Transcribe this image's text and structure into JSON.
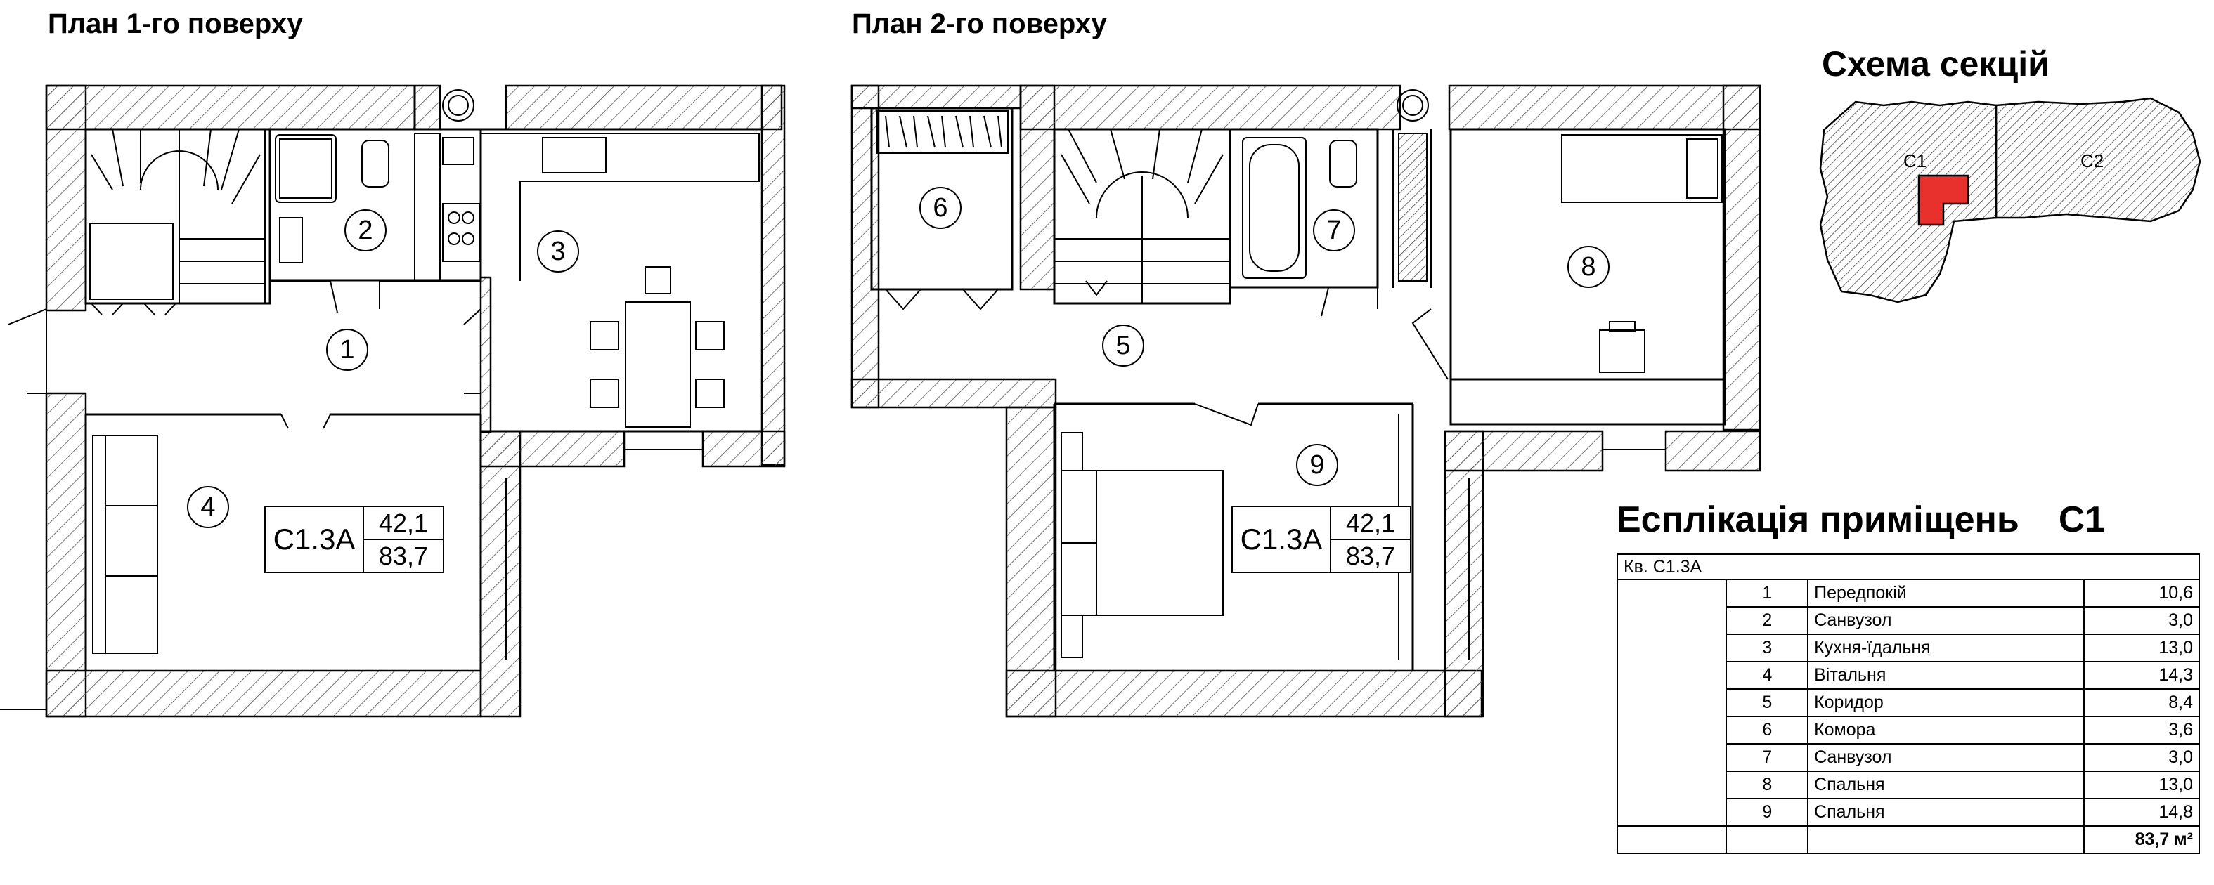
{
  "plans": {
    "floor1": {
      "title": "План 1-го поверху",
      "rooms": [
        "1",
        "2",
        "3",
        "4"
      ],
      "apt_label": "С1.3А",
      "area_living": "42,1",
      "area_total": "83,7"
    },
    "floor2": {
      "title": "План 2-го поверху",
      "rooms": [
        "5",
        "6",
        "7",
        "8",
        "9"
      ],
      "apt_label": "С1.3А",
      "area_living": "42,1",
      "area_total": "83,7"
    }
  },
  "schema": {
    "title": "Схема секцій",
    "sections": [
      "С1",
      "С2"
    ],
    "highlight_color": "#e8302c"
  },
  "explication": {
    "title": "Есплікація приміщень",
    "section": "С1",
    "apartment": "Кв. С1.3А",
    "rows": [
      {
        "no": "1",
        "name": "Передпокій",
        "area": "10,6"
      },
      {
        "no": "2",
        "name": "Санвузол",
        "area": "3,0"
      },
      {
        "no": "3",
        "name": "Кухня-їдальня",
        "area": "13,0"
      },
      {
        "no": "4",
        "name": "Вітальня",
        "area": "14,3"
      },
      {
        "no": "5",
        "name": "Коридор",
        "area": "8,4"
      },
      {
        "no": "6",
        "name": "Комора",
        "area": "3,6"
      },
      {
        "no": "7",
        "name": "Санвузол",
        "area": "3,0"
      },
      {
        "no": "8",
        "name": "Спальня",
        "area": "13,0"
      },
      {
        "no": "9",
        "name": "Спальня",
        "area": "14,8"
      }
    ],
    "total": "83,7 м²"
  }
}
